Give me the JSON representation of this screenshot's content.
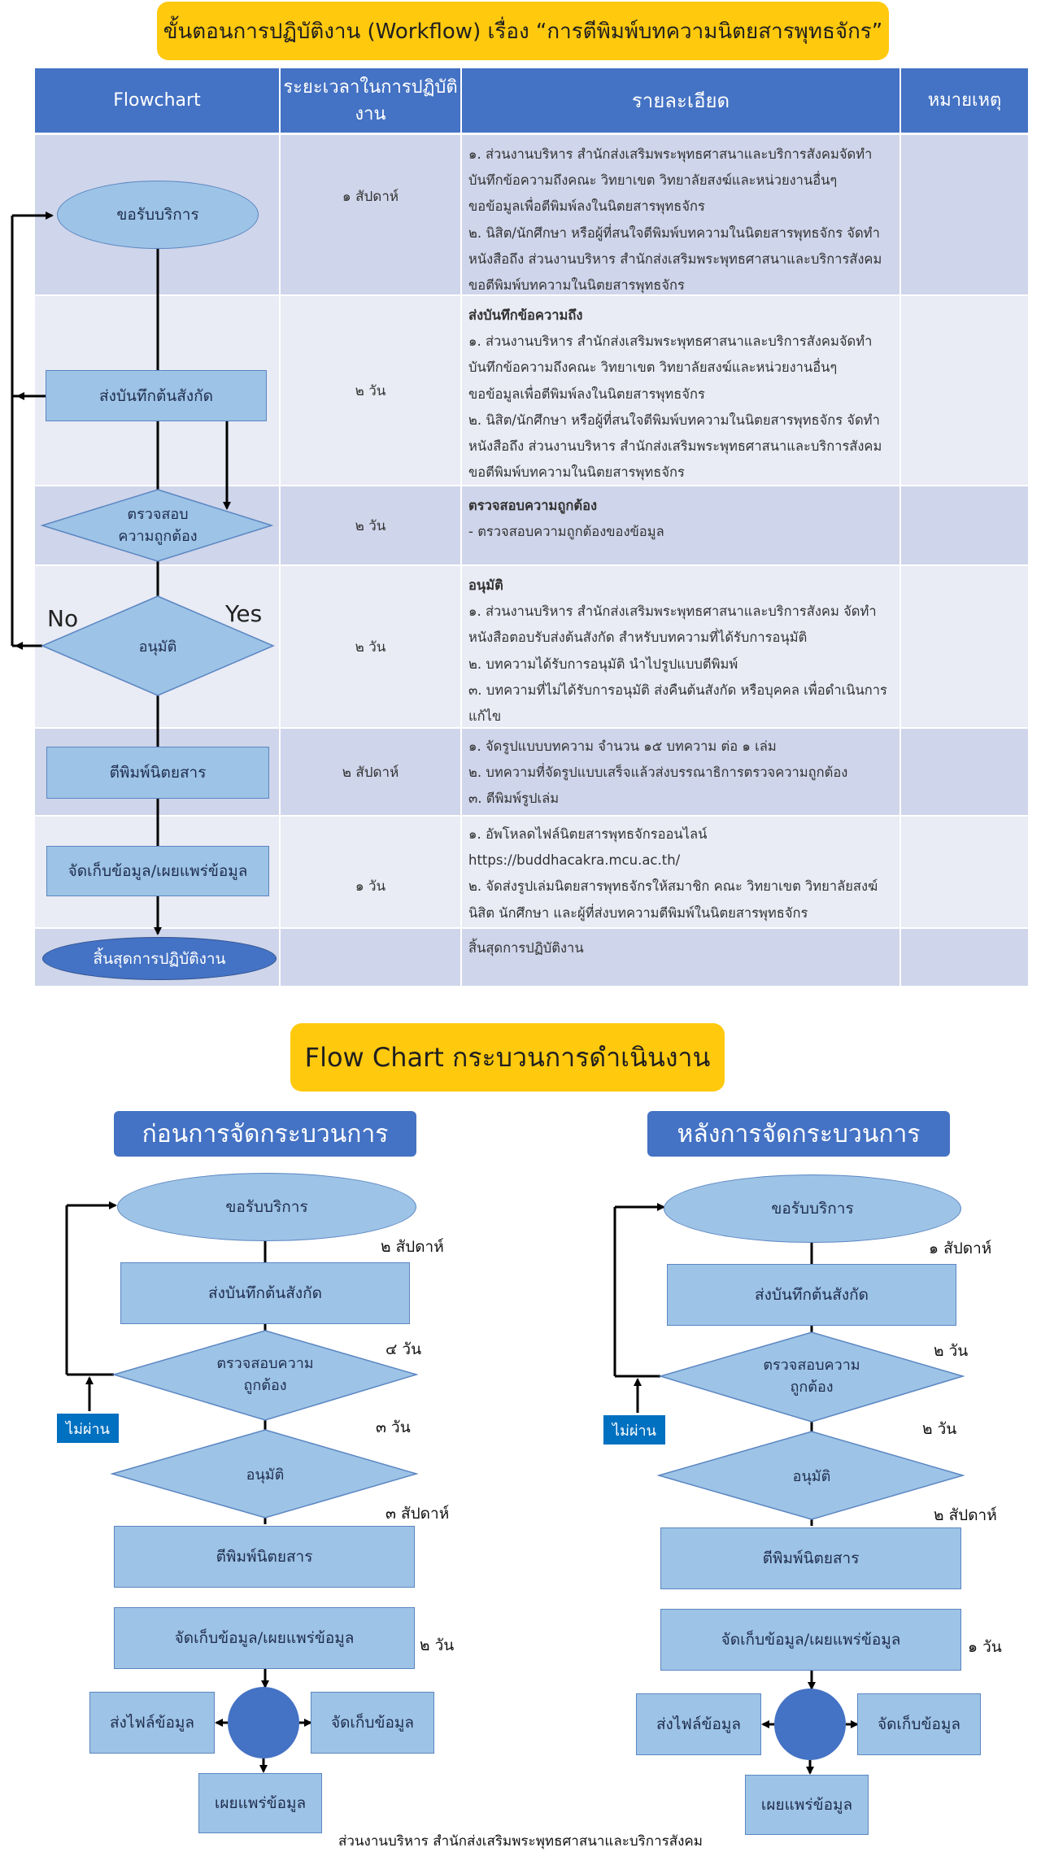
{
  "top_banner": "ขั้นตอนการปฏิบัติงาน (Workflow) เรื่อง “การตีพิมพ์บทความนิตยสารพุทธจักร”",
  "table": {
    "headers": [
      "Flowchart",
      "ระยะเวลาในการปฏิบัติงาน",
      "รายละเอียด",
      "หมายเหตุ"
    ],
    "rows": [
      {
        "time": "๑ สัปดาห์",
        "title": "",
        "detail": "๑. ส่วนงานบริหาร สำนักส่งเสริมพระพุทธศาสนาและบริการสังคมจัดทำ\nบันทึกข้อความถึงคณะ วิทยาเขต วิทยาลัยสงฆ์และหน่วยงานอื่นๆ\nขอข้อมูลเพื่อตีพิมพ์ลงในนิตยสารพุทธจักร\n๒. นิสิต/นักศึกษา หรือผู้ที่สนใจตีพิมพ์บทความในนิตยสารพุทธจักร จัดทำ\nหนังสือถึง ส่วนงานบริหาร สำนักส่งเสริมพระพุทธศาสนาและบริการสังคม\nขอตีพิมพ์บทความในนิตยสารพุทธจักร"
      },
      {
        "time": "๒ วัน",
        "title": "ส่งบันทึกข้อความถึง",
        "detail": "๑. ส่วนงานบริหาร สำนักส่งเสริมพระพุทธศาสนาและบริการสังคมจัดทำ\nบันทึกข้อความถึงคณะ วิทยาเขต วิทยาลัยสงฆ์และหน่วยงานอื่นๆ\nขอข้อมูลเพื่อตีพิมพ์ลงในนิตยสารพุทธจักร\n๒. นิสิต/นักศึกษา หรือผู้ที่สนใจตีพิมพ์บทความในนิตยสารพุทธจักร จัดทำ\nหนังสือถึง ส่วนงานบริหาร สำนักส่งเสริมพระพุทธศาสนาและบริการสังคม\nขอตีพิมพ์บทความในนิตยสารพุทธจักร"
      },
      {
        "time": "๒ วัน",
        "title": "ตรวจสอบความถูกต้อง",
        "detail": "- ตรวจสอบความถูกต้องของข้อมูล"
      },
      {
        "time": "๒ วัน",
        "title": "อนุมัติ",
        "detail": "๑. ส่วนงานบริหาร สำนักส่งเสริมพระพุทธศาสนาและบริการสังคม จัดทำ\nหนังสือตอบรับส่งต้นสังกัด สำหรับบทความที่ได้รับการอนุมัติ\n๒. บทความได้รับการอนุมัติ นำไปรูปแบบตีพิมพ์\n๓. บทความที่ไม่ได้รับการอนุมัติ ส่งคืนต้นสังกัด หรือบุคคล เพื่อดำเนินการ\nแก้ไข"
      },
      {
        "time": "๒ สัปดาห์",
        "title": "",
        "detail": "๑. จัดรูปแบบบทความ จำนวน ๑๕ บทความ ต่อ ๑ เล่ม\n๒. บทความที่จัดรูปแบบเสร็จแล้วส่งบรรณาธิการตรวจความถูกต้อง\n๓. ตีพิมพ์รูปเล่ม"
      },
      {
        "time": "๑ วัน",
        "title": "",
        "detail": "๑. อัพโหลดไฟล์นิตยสารพุทธจักรออนไลน์\nhttps://buddhacakra.mcu.ac.th/\n๒. จัดส่งรูปเล่มนิตยสารพุทธจักรให้สมาชิก คณะ วิทยาเขต วิทยาลัยสงฆ์\nนิสิต นักศึกษา และผู้ที่ส่งบทความตีพิมพ์ในนิตยสารพุทธจักร"
      },
      {
        "time": "",
        "title": "",
        "detail": "สิ้นสุดการปฏิบัติงาน"
      }
    ]
  },
  "flow": {
    "request": "ขอรับบริการ",
    "send_memo": "ส่งบันทึกต้นสังกัด",
    "verify": "ตรวจสอบความถูกต้อง",
    "verify_l1": "ตรวจสอบ",
    "verify_l2": "ความถูกต้อง",
    "approve": "อนุมัติ",
    "print": "ตีพิมพ์นิตยสาร",
    "store": "จัดเก็บข้อมูล/เผยแพร่ข้อมูล",
    "end": "สิ้นสุดการปฏิบัติงาน",
    "no": "No",
    "yes": "Yes"
  },
  "section_banner": "Flow Chart กระบวนการดำเนินงาน",
  "before": {
    "title": "ก่อนการจัดกระบวนการ",
    "verify_l1": "ตรวจสอบความ",
    "verify_l2": "ถูกต้อง",
    "fail": "ไม่ผ่าน",
    "durations": [
      "๒ สัปดาห์",
      "๔ วัน",
      "๓ วัน",
      "๓ สัปดาห์",
      "๒ วัน"
    ],
    "send_file": "ส่งไฟล์ข้อมูล",
    "keep": "จัดเก็บข้อมูล",
    "publish": "เผยแพร่ข้อมูล"
  },
  "after": {
    "title": "หลังการจัดกระบวนการ",
    "verify_l1": "ตรวจสอบความ",
    "verify_l2": "ถูกต้อง",
    "fail": "ไม่ผ่าน",
    "durations": [
      "๑ สัปดาห์",
      "๒ วัน",
      "๒ วัน",
      "๒ สัปดาห์",
      "๑ วัน"
    ],
    "send_file": "ส่งไฟล์ข้อมูล",
    "keep": "จัดเก็บข้อมูล",
    "publish": "เผยแพร่ข้อมูล"
  },
  "footer": "ส่วนงานบริหาร สำนักส่งเสริมพระพุทธศาสนาและบริการสังคม",
  "colors": {
    "banner": "#ffc90e",
    "header": "#4472c4",
    "shape": "#9dc3e6",
    "end": "#4472c4",
    "fail": "#0070c0"
  }
}
